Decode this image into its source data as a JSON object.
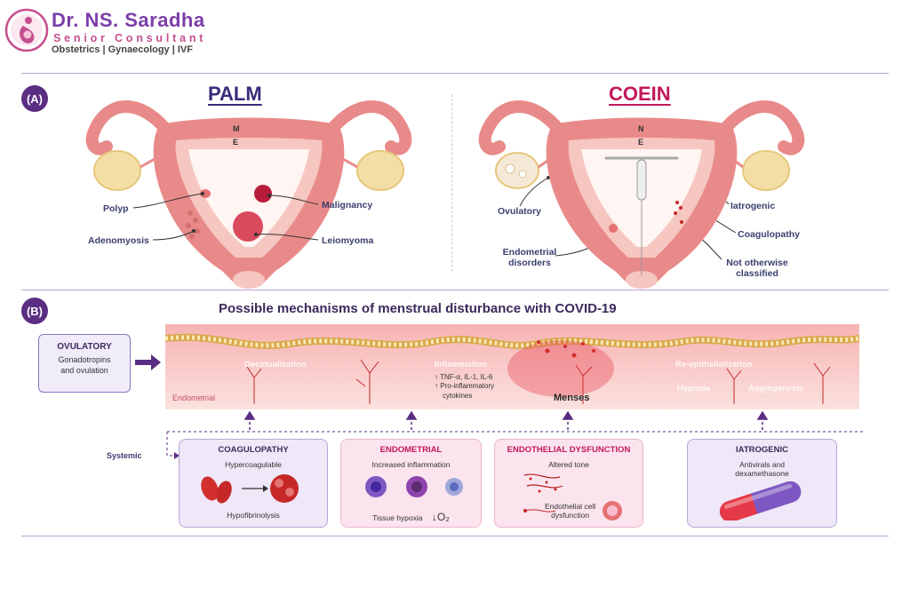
{
  "header": {
    "name": "Dr. NS. Saradha",
    "title": "Senior Consultant",
    "specialties": "Obstetrics | Gynaecology | IVF"
  },
  "panel_a": {
    "badge": "(A)",
    "palm": {
      "title": "PALM",
      "letters": [
        "M",
        "E"
      ],
      "labels": {
        "polyp": "Polyp",
        "adenomyosis": "Adenomyosis",
        "malignancy": "Malignancy",
        "leiomyoma": "Leiomyoma"
      }
    },
    "coein": {
      "title": "COEIN",
      "letters": [
        "N",
        "E"
      ],
      "labels": {
        "ovulatory": "Ovulatory",
        "endometrial_1": "Endometrial",
        "endometrial_2": "disorders",
        "iatrogenic": "Iatrogenic",
        "coagulopathy": "Coagulopathy",
        "noc_1": "Not otherwise",
        "noc_2": "classified"
      }
    }
  },
  "panel_b": {
    "badge": "(B)",
    "title": "Possible mechanisms of menstrual disturbance with COVID-19",
    "ovulatory": {
      "title": "OVULATORY",
      "line1": "Gonadotropins",
      "line2": "and ovulation"
    },
    "band": {
      "decidualization": "Decidualization",
      "inflammation": "Inflammation",
      "tnf": "↑ TNF-α, IL-1, IL-6",
      "proinf_1": "↑ Pro-inflammatory",
      "proinf_2": "cytokines",
      "menses": "Menses",
      "reepi": "Re-epithelialization",
      "hypoxia": "Hypoxia",
      "angiogenesis": "Angiogenesis",
      "endometrial": "Endometrial"
    },
    "systemic": "Systemic",
    "cards": {
      "coag": {
        "title": "COAGULOPATHY",
        "line1": "Hypercoagulable",
        "line2": "Hypofibrinolysis"
      },
      "endo": {
        "title": "ENDOMETRIAL",
        "line1": "Increased inflammation",
        "line2": "Tissue hypoxia",
        "o2": "↓O₂"
      },
      "endoth": {
        "title": "ENDOTHELIAL DYSFUNCTION",
        "line1": "Altered tone",
        "line2": "Endothelial cell",
        "line3": "dysfunction"
      },
      "iatro": {
        "title": "IATROGENIC",
        "line1": "Antivirals and",
        "line2": "dexamethasone"
      }
    }
  },
  "colors": {
    "purple": "#5a2e82",
    "palm_title": "#3a2b7c",
    "coein_title": "#c2185b",
    "tissue": "#e98a8a",
    "tissue_light": "#f6c6c0"
  }
}
